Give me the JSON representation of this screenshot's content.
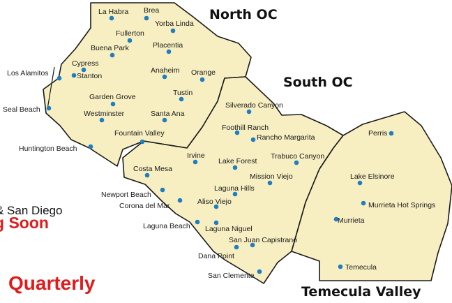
{
  "regions": [
    {
      "id": "north-oc",
      "name": "North OC"
    },
    {
      "id": "south-oc",
      "name": "South OC"
    },
    {
      "id": "temecula-valley",
      "name": "Temecula Valley"
    }
  ],
  "cities": {
    "la_habra": "La Habra",
    "brea": "Brea",
    "yorba_linda": "Yorba Linda",
    "fullerton": "Fullerton",
    "buena_park": "Buena Park",
    "placentia": "Placentia",
    "cypress": "Cypress",
    "stanton": "Stanton",
    "anaheim": "Anaheim",
    "orange": "Orange",
    "los_alamitos": "Los Alamitos",
    "garden_grove": "Garden Grove",
    "tustin": "Tustin",
    "seal_beach": "Seal Beach",
    "westminster": "Westminster",
    "santa_ana": "Santa Ana",
    "fountain_valley": "Fountain Valley",
    "huntington_beach": "Huntington  Beach",
    "silverado_canyon": "Silverado Canyon",
    "foothill_ranch": "Foothill Ranch",
    "rancho_margarita": "Rancho Margarita",
    "irvine": "Irvine",
    "lake_forest": "Lake Forest",
    "trabuco_canyon": "Trabuco Canyon",
    "costa_mesa": "Costa Mesa",
    "mission_viejo": "Mission Viejo",
    "laguna_hills": "Laguna Hills",
    "newport_beach": "Newport Beach",
    "corona_del_mar": "Corona del Mar",
    "aliso_viejo": "Aliso Viejo",
    "laguna_beach": "Laguna Beach",
    "laguna_niguel": "Laguna Niguel",
    "san_juan_capistrano": "San Juan Capistrano",
    "dana_point": "Dana Point",
    "san_clemente": "San Clemente",
    "perris": "Perris",
    "lake_elsinore": "Lake Elsinore",
    "murrieta_hot_springs": "Murrieta Hot Springs",
    "murrieta": "Murrieta",
    "temecula": "Temecula"
  },
  "promo": {
    "line1": "& San Diego",
    "line2": "g Soon",
    "line3": "Quarterly"
  },
  "colors": {
    "region_fill": "#f7efc2",
    "border": "#1a1a1a",
    "city_dot": "#1f7ec1",
    "promo_red": "#e01b1b"
  }
}
